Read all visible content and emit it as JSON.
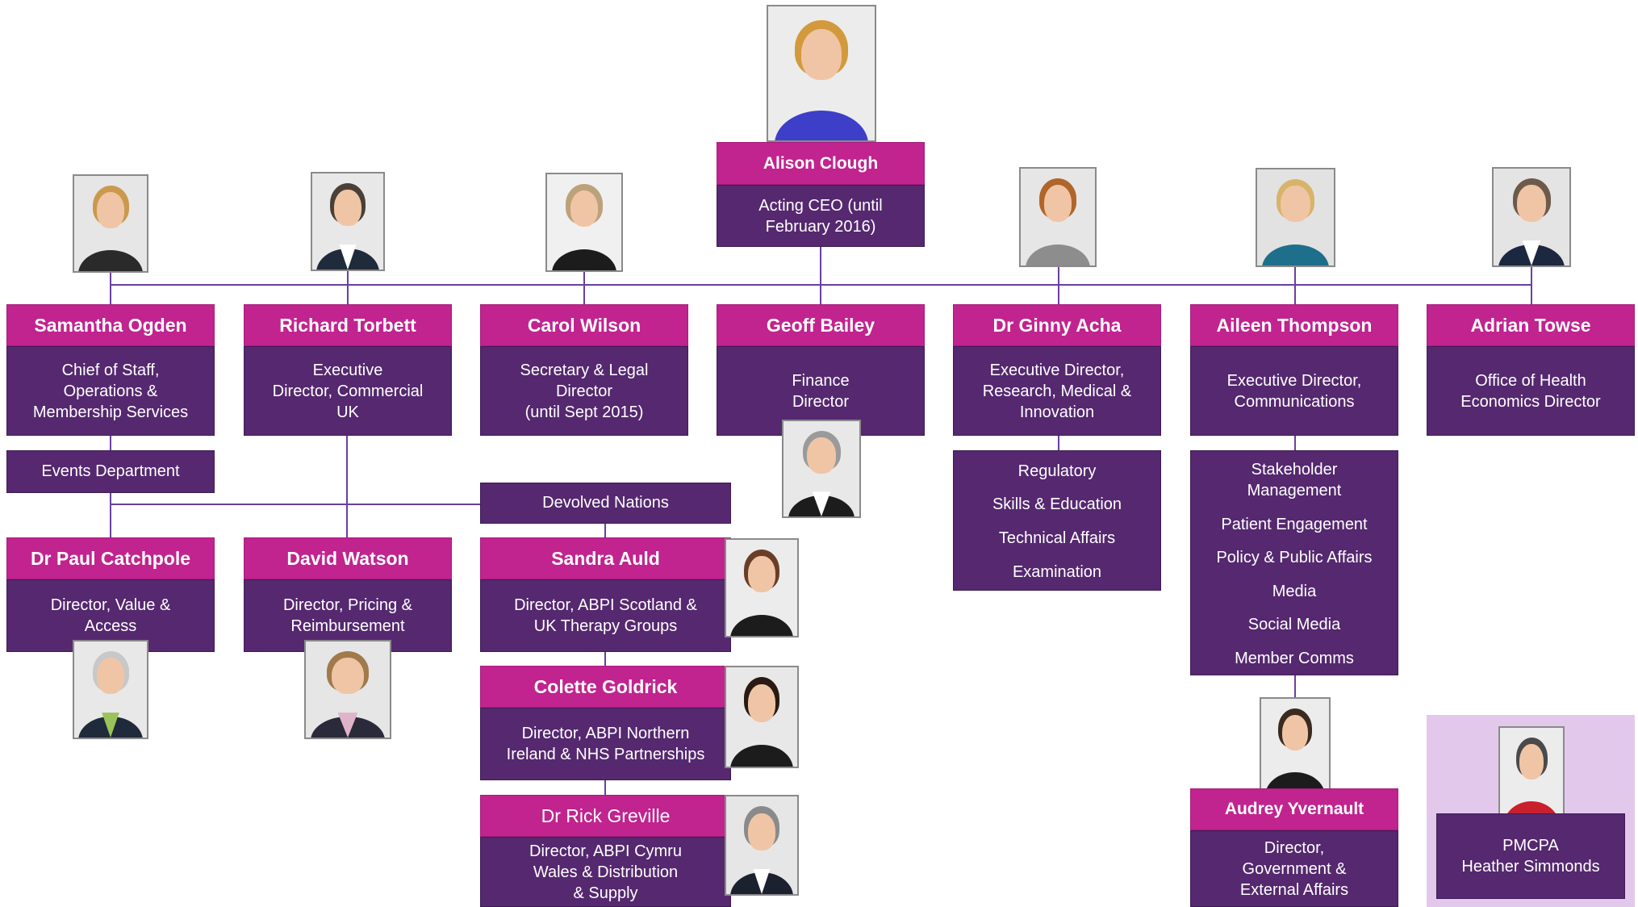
{
  "ceo": {
    "name": "Alison Clough",
    "role_lines": [
      "Acting CEO (until",
      "February 2016)"
    ]
  },
  "executives": [
    {
      "name": "Samantha Ogden",
      "role_lines": [
        "Chief of Staff,",
        "Operations &",
        "Membership Services"
      ]
    },
    {
      "name": "Richard Torbett",
      "role_lines": [
        "Executive",
        "Director, Commercial",
        "UK"
      ]
    },
    {
      "name": "Carol Wilson",
      "role_lines": [
        "Secretary & Legal",
        "Director",
        "(until Sept 2015)"
      ]
    },
    {
      "name": "Geoff Bailey",
      "role_lines": [
        "Finance",
        "Director"
      ]
    },
    {
      "name": "Dr Ginny Acha",
      "role_lines": [
        "Executive Director,",
        "Research, Medical &",
        "Innovation"
      ]
    },
    {
      "name": "Aileen Thompson",
      "role_lines": [
        "Executive Director,",
        "Communications"
      ]
    },
    {
      "name": "Adrian Towse",
      "role_lines": [
        "Office of Health",
        "Economics Director"
      ]
    }
  ],
  "departments": {
    "events": "Events Department",
    "devolved_nations": "Devolved Nations"
  },
  "research_list": [
    "Regulatory",
    "Skills & Education",
    "Technical Affairs",
    "Examination"
  ],
  "communications_list": [
    [
      "Stakeholder",
      "Management"
    ],
    [
      "Patient Engagement"
    ],
    [
      "Policy & Public Affairs"
    ],
    [
      "Media"
    ],
    [
      "Social Media"
    ],
    [
      "Member Comms"
    ]
  ],
  "directors": [
    {
      "name": "Dr Paul Catchpole",
      "role_lines": [
        "Director, Value &",
        "Access"
      ]
    },
    {
      "name": "David Watson",
      "role_lines": [
        "Director, Pricing &",
        "Reimbursement"
      ]
    },
    {
      "name": "Sandra Auld",
      "role_lines": [
        "Director, ABPI Scotland &",
        "UK Therapy Groups"
      ]
    },
    {
      "name": "Colette Goldrick",
      "role_lines": [
        "Director, ABPI Northern",
        "Ireland & NHS Partnerships"
      ]
    },
    {
      "name": "Dr Rick Greville",
      "role_lines": [
        "Director, ABPI Cymru",
        "Wales & Distribution",
        "& Supply"
      ]
    },
    {
      "name": "Audrey Yvernault",
      "role_lines": [
        "Director,",
        "Government &",
        "External Affairs"
      ]
    }
  ],
  "pmcpa": {
    "lines": [
      "PMCPA",
      "Heather Simmonds"
    ]
  },
  "colors": {
    "header_magenta": "#c1238f",
    "body_purple": "#55286f",
    "connector": "#6b3fa0",
    "pmcpa_panel": "#e2c9ec"
  }
}
